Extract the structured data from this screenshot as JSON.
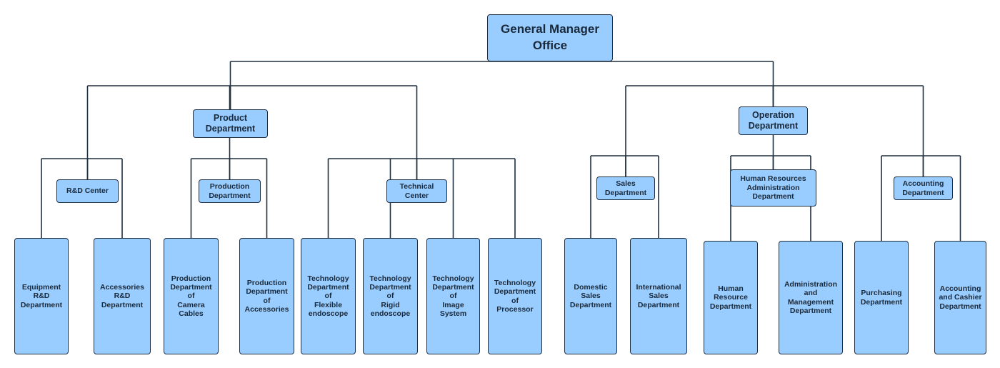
{
  "diagram": {
    "root": {
      "label": "General Manager\nOffice",
      "children": [
        {
          "label": "Product\nDepartment",
          "children": [
            {
              "label": "R&D Center",
              "children": [
                {
                  "label": "Equipment\nR&D\nDepartment"
                },
                {
                  "label": "Accessories\nR&D\nDepartment"
                }
              ]
            },
            {
              "label": "Production\nDepartment",
              "children": [
                {
                  "label": "Production\nDepartment\nof\nCamera\nCables"
                },
                {
                  "label": "Production\nDepartment\nof\nAccessories"
                }
              ]
            },
            {
              "label": "Technical\nCenter",
              "children": [
                {
                  "label": "Technology\nDepartment\nof\nFlexible\nendoscope"
                },
                {
                  "label": "Technology\nDepartment\nof\nRigid\nendoscope"
                },
                {
                  "label": "Technology\nDepartment\nof\nImage\nSystem"
                },
                {
                  "label": "Technology\nDepartment\nof\nProcessor"
                }
              ]
            }
          ]
        },
        {
          "label": "Operation\nDepartment",
          "children": [
            {
              "label": "Sales\nDepartment",
              "children": [
                {
                  "label": "Domestic\nSales\nDepartment"
                },
                {
                  "label": "International\nSales\nDepartment"
                }
              ]
            },
            {
              "label": "Human Resources\nAdministration\nDepartment",
              "children": [
                {
                  "label": "Human\nResource\nDepartment"
                },
                {
                  "label": "Administration\nand\nManagement\nDepartment"
                }
              ]
            },
            {
              "label": "Accounting\nDepartment",
              "children": [
                {
                  "label": "Purchasing\nDepartment"
                },
                {
                  "label": "Accounting\nand Cashier\nDepartment"
                }
              ]
            }
          ]
        }
      ]
    },
    "colors": {
      "box_fill": "#99ccff",
      "box_border": "#1f2f3f",
      "connector": "#1f2f3f",
      "text": "#1a2a3a"
    }
  }
}
